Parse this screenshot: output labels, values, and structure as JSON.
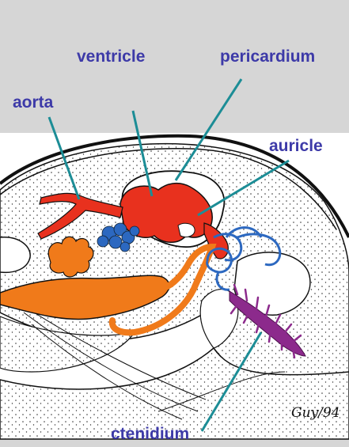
{
  "labels": {
    "ventricle": "ventricle",
    "pericardium": "pericardium",
    "aorta": "aorta",
    "auricle": "auricle",
    "ctenidium": "ctenidium"
  },
  "signature": "Guy/94",
  "colors": {
    "label_text": "#3d3aa8",
    "leader_line": "#1c8d96",
    "ventricle": "#e8311e",
    "gland_orange": "#f07a1a",
    "vessel_blue": "#2c68c0",
    "ctenidium": "#8c2a8c",
    "background": "#d6d6d6"
  }
}
